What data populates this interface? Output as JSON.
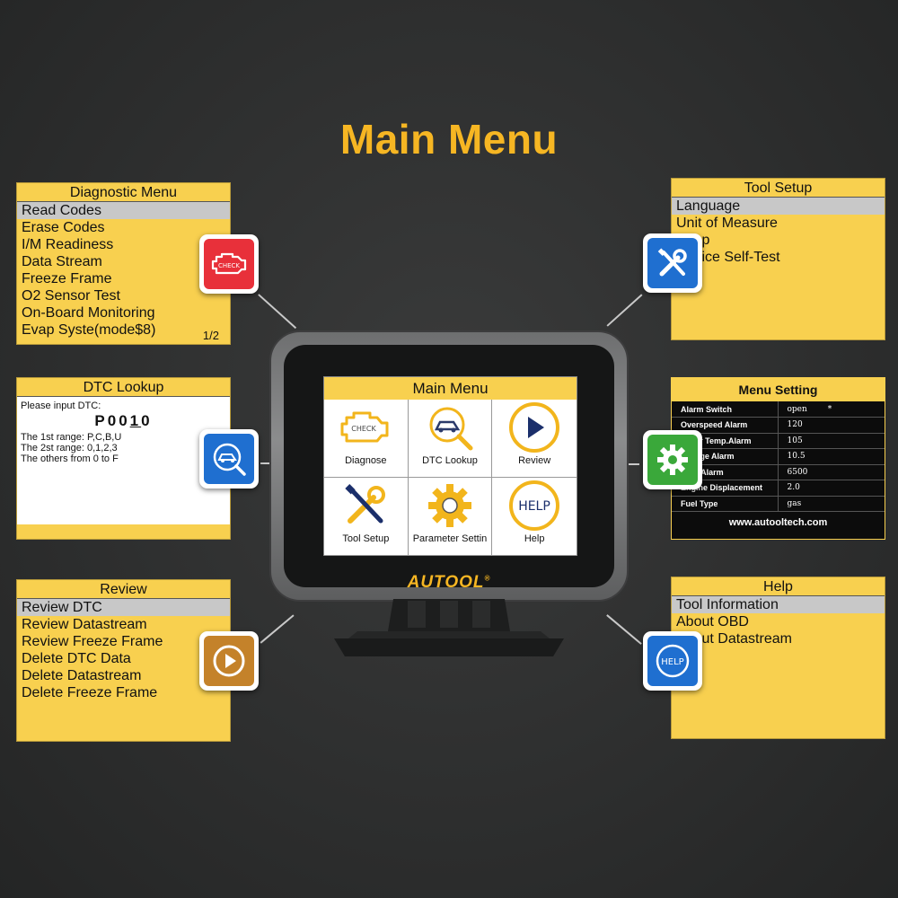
{
  "page": {
    "title": "Main Menu"
  },
  "diagnostic_menu": {
    "title": "Diagnostic Menu",
    "items": [
      "Read Codes",
      "Erase Codes",
      "I/M Readiness",
      "Data Stream",
      "Freeze Frame",
      "O2 Sensor Test",
      "On-Board Monitoring",
      "Evap Syste(mode$8)"
    ],
    "selected_index": 0,
    "page_indicator": "1/2",
    "icon": "check-engine-icon",
    "icon_color": "#e8303a"
  },
  "tool_setup": {
    "title": "Tool Setup",
    "items": [
      "Language",
      "Unit of Measure",
      "Beep",
      "Device Self-Test"
    ],
    "selected_index": 0,
    "icon": "wrench-screwdriver-icon",
    "icon_color": "#1f6fd0"
  },
  "dtc_lookup": {
    "title": "DTC Lookup",
    "prompt": "Please input DTC:",
    "code_before": "P00",
    "code_cursor": "1",
    "code_after": "0",
    "range_lines": [
      "The 1st range: P,C,B,U",
      "The 2st range: 0,1,2,3",
      "The others from 0 to F"
    ],
    "icon": "car-search-icon",
    "icon_color": "#1f6fd0"
  },
  "menu_setting": {
    "title": "Menu Setting",
    "rows": [
      {
        "name": "Alarm Switch",
        "value": "open",
        "extra": "*"
      },
      {
        "name": "Overspeed Alarm",
        "value": "120",
        "extra": ""
      },
      {
        "name": "Water Temp.Alarm",
        "value": "105",
        "extra": ""
      },
      {
        "name": "Voltage Alarm",
        "value": "10.5",
        "extra": ""
      },
      {
        "name": "RPM Alarm",
        "value": "6500",
        "extra": ""
      },
      {
        "name": "Engine Displacement",
        "value": "2.0",
        "extra": ""
      },
      {
        "name": "Fuel Type",
        "value": "gas",
        "extra": ""
      }
    ],
    "url": "www.autooltech.com",
    "icon": "gear-icon",
    "icon_color": "#3aa83a"
  },
  "review": {
    "title": "Review",
    "items": [
      "Review DTC",
      "Review Datastream",
      "Review Freeze Frame",
      "Delete DTC Data",
      "Delete Datastream",
      "Delete Freeze Frame"
    ],
    "selected_index": 0,
    "icon": "play-icon",
    "icon_color": "#c4822a"
  },
  "help": {
    "title": "Help",
    "items": [
      "Tool Information",
      "About OBD",
      "About Datastream"
    ],
    "selected_index": 0,
    "icon": "help-icon",
    "icon_color": "#1f6fd0",
    "icon_text": "HELP"
  },
  "device": {
    "screen_title": "Main Menu",
    "tiles": [
      {
        "label": "Diagnose",
        "icon": "check-engine-icon",
        "icon_text": "CHECK"
      },
      {
        "label": "DTC Lookup",
        "icon": "car-search-icon"
      },
      {
        "label": "Review",
        "icon": "play-icon"
      },
      {
        "label": "Tool Setup",
        "icon": "wrench-screwdriver-icon"
      },
      {
        "label": "Parameter Settin",
        "icon": "gear-icon"
      },
      {
        "label": "Help",
        "icon": "help-icon",
        "icon_text": "HELP"
      }
    ],
    "brand": "AUTOOL",
    "brand_mark": "®"
  },
  "colors": {
    "accent": "#f6b623",
    "panel": "#f8d04f",
    "background": "#2e2f2f"
  }
}
